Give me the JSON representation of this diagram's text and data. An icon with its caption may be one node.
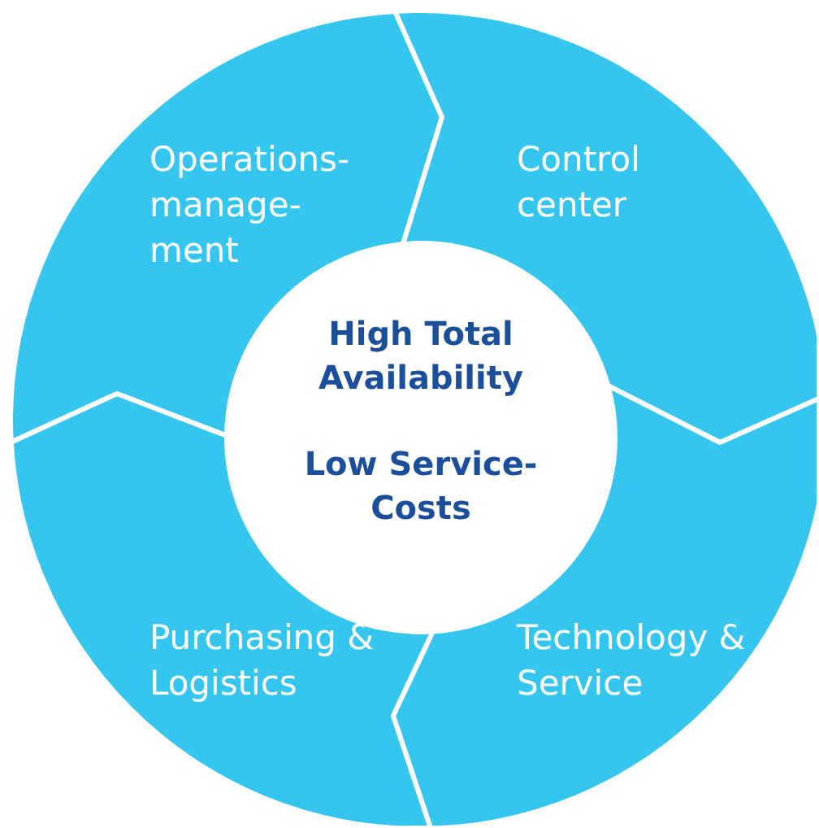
{
  "diagram": {
    "nodes": [
      {
        "text": [
          "Operations- manage- ment"
        ]
      },
      {
        "text": [
          "Control center"
        ]
      },
      {
        "text": [
          "High Total Availability",
          "Low Service- Costs"
        ]
      },
      {
        "text": [
          "Purchasing & Logistics"
        ]
      },
      {
        "text": [
          "Technology & Service"
        ]
      }
    ]
  }
}
